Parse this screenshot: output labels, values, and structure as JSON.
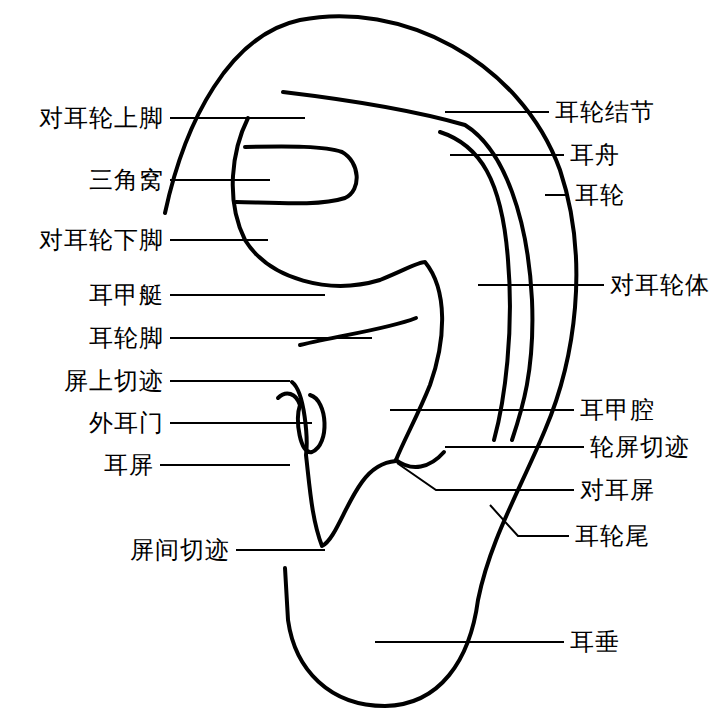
{
  "diagram": {
    "labels": [
      "对耳轮上脚",
      "三角窝",
      "对耳轮下脚",
      "耳甲艇",
      "耳轮脚",
      "屏上切迹",
      "外耳门",
      "耳屏",
      "屏间切迹",
      "耳轮结节",
      "耳舟",
      "耳轮",
      "对耳轮体",
      "耳甲腔",
      "轮屏切迹",
      "对耳屏",
      "耳轮尾",
      "耳垂"
    ]
  }
}
